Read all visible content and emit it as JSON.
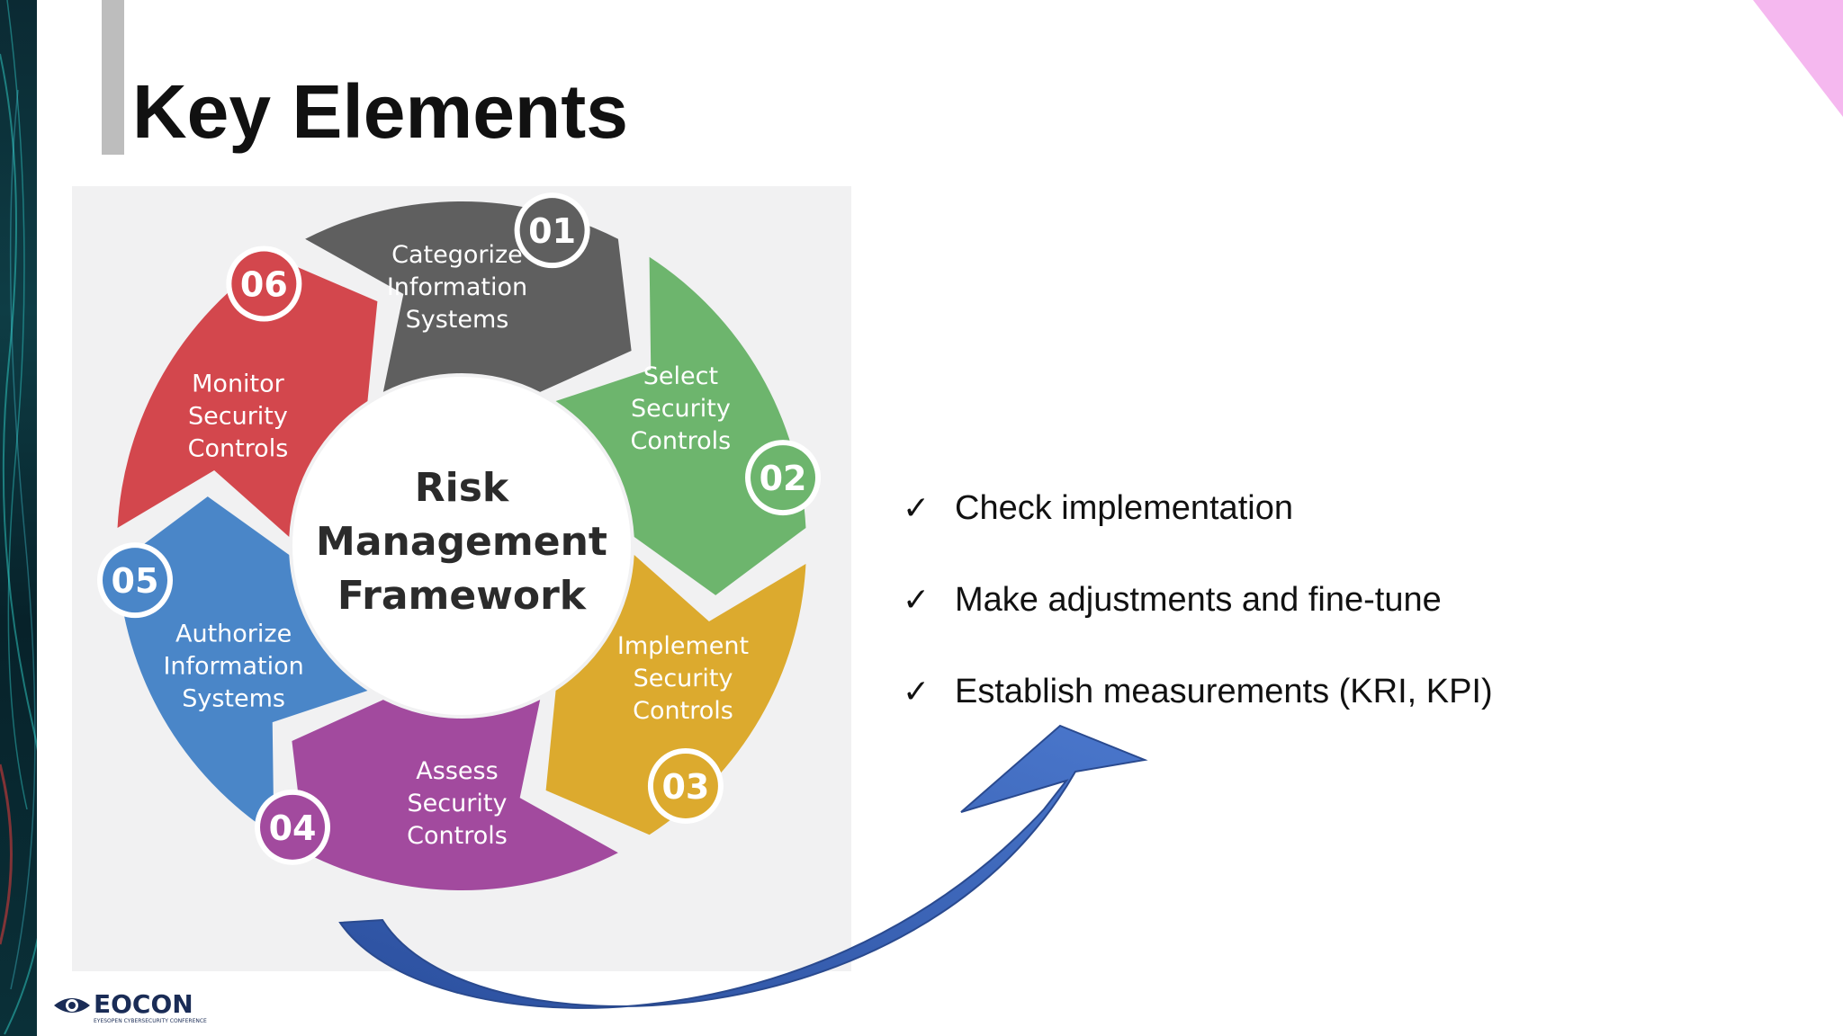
{
  "slide": {
    "title": "Key Elements"
  },
  "diagram": {
    "center_lines": [
      "Risk",
      "Management",
      "Framework"
    ],
    "steps": [
      {
        "number": "01",
        "lines": [
          "Categorize",
          "Information",
          "Systems"
        ],
        "color": "#5f5f5f"
      },
      {
        "number": "02",
        "lines": [
          "Select",
          "Security",
          "Controls"
        ],
        "color": "#6db56d"
      },
      {
        "number": "03",
        "lines": [
          "Implement",
          "Security",
          "Controls"
        ],
        "color": "#dcaa2e"
      },
      {
        "number": "04",
        "lines": [
          "Assess",
          "Security",
          "Controls"
        ],
        "color": "#a24a9e"
      },
      {
        "number": "05",
        "lines": [
          "Authorize",
          "Information",
          "Systems"
        ],
        "color": "#4a86c8"
      },
      {
        "number": "06",
        "lines": [
          "Monitor",
          "Security",
          "Controls"
        ],
        "color": "#d3474d"
      }
    ]
  },
  "bullets": {
    "check_icon": "✓",
    "items": [
      "Check implementation",
      "Make adjustments and fine-tune",
      "Establish measurements (KRI, KPI)"
    ]
  },
  "logo": {
    "name": "EOCON",
    "tagline": "EYESOPEN CYBERSECURITY CONFERENCE"
  },
  "colors": {
    "arrow": "#3c64b4",
    "corner": "#f5b8ef",
    "title_bar": "#bdbdbd"
  }
}
